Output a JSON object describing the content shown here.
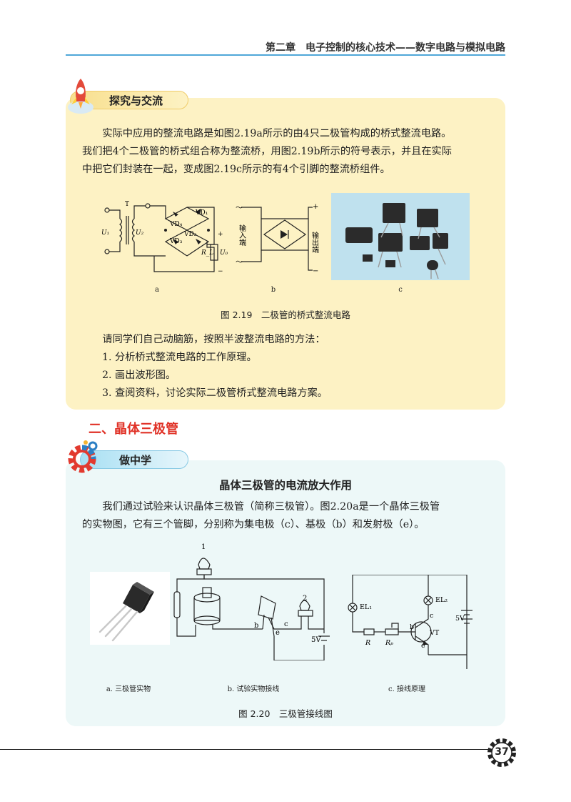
{
  "header": {
    "running_head": "第二章　电子控制的核心技术——数字电路与模拟电路"
  },
  "explore_box": {
    "tab_label": "探究与交流",
    "paragraph_lines": [
      "实际中应用的整流电路是如图2.19a所示的由4只二极管构成的桥式整流电路。",
      "我们把4个二极管的桥式组合称为整流桥，用图2.19b所示的符号表示，并且在实际",
      "中把它们封装在一起，变成图2.19c所示的有4个引脚的整流桥组件。"
    ],
    "figure": {
      "labels_a": {
        "T": "T",
        "U1": "U₁",
        "U2": "U₂",
        "VD1": "VD₁",
        "VD2": "VD₂",
        "VD3": "VD₃",
        "VD4": "VD₄",
        "RL": "R_L",
        "UO": "U₀",
        "plus": "+",
        "minus": "−"
      },
      "labels_b": {
        "tilde": "～",
        "input": "输入端",
        "output": "输出端",
        "plus": "+",
        "minus": "−"
      },
      "sub_a": "a",
      "sub_b": "b",
      "sub_c": "c",
      "caption": "图 2.19　二极管的桥式整流电路"
    },
    "task_intro": "请同学们自己动脑筋，按照半波整流电路的方法：",
    "tasks": [
      "1. 分析桥式整流电路的工作原理。",
      "2. 画出波形图。",
      "3. 查阅资料，讨论实际二极管桥式整流电路方案。"
    ]
  },
  "section": {
    "title": "二、晶体三极管"
  },
  "do_box": {
    "tab_label": "做中学",
    "heading": "晶体三极管的电流放大作用",
    "paragraph_lines": [
      "我们通过试验来认识晶体三极管（简称三极管）。图2.20a是一个晶体三极管",
      "的实物图，它有三个管脚，分别称为集电极（c）、基极（b）和发射极（e）。"
    ],
    "figure": {
      "labels_b": {
        "bulb1": "1",
        "bulb2": "2",
        "b": "b",
        "c": "c",
        "e": "e",
        "v": "5V"
      },
      "labels_c": {
        "el1": "EL₁",
        "el2": "EL₂",
        "r": "R",
        "rp": "Rₚ",
        "b": "b",
        "c": "c",
        "e": "e",
        "vt": "VT",
        "v": "5V"
      },
      "sub_a": "a. 三极管实物",
      "sub_b": "b. 试验实物接线",
      "sub_c": "c. 接线原理",
      "caption": "图 2.20　三极管接线图"
    }
  },
  "footer": {
    "page_number": "37"
  },
  "colors": {
    "accent_blue": "#4fa7d8",
    "section_red": "#e03126",
    "explore_bg": "#fdf2c4",
    "do_bg": "#edf8f8"
  }
}
